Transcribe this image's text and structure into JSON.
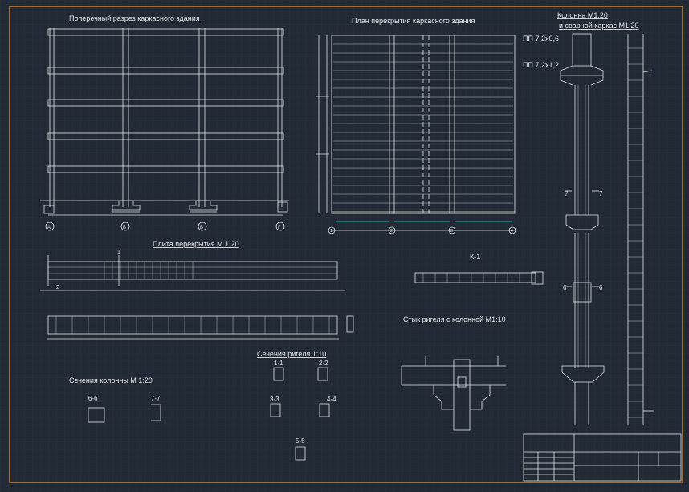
{
  "titles": {
    "cross_section": "Поперечный разрез каркасного здания",
    "floor_plan": "План перекрытия каркасного здания",
    "column_line1": "Колонна  М1:20",
    "column_line2": "и сварной каркас  М1:20",
    "slab": "Плита перекрытия  М 1:20",
    "joint": "Стык ригеля с колонной  М1:10",
    "beam_sections": "Сечения ригеля 1:10",
    "column_sections": "Сечения колонны  М 1:20"
  },
  "plan_labels": {
    "slab_type_1": "ПП 7,2х0,6",
    "slab_type_2": "ПП 7,2х1,2"
  },
  "markers": {
    "axis_a": "А",
    "axis_b": "Б",
    "axis_v": "В",
    "axis_g": "Г",
    "frame_k1": "К-1",
    "cut_11": "1",
    "cut_22": "2",
    "cut_77": "7",
    "cut_66": "6",
    "plan_1": "1",
    "plan_2": "2",
    "plan_3": "3",
    "plan_4": "4"
  },
  "sections": {
    "s11": "1-1",
    "s22": "2-2",
    "s33": "3-3",
    "s44": "4-4",
    "s55": "5-5",
    "s66": "6-6",
    "s77": "7-7"
  },
  "colors": {
    "background": "#222a35",
    "grid": "#2e3a48",
    "lines": "#e6e6e6",
    "accent": "#00c8c8",
    "frame": "#d9893a"
  }
}
